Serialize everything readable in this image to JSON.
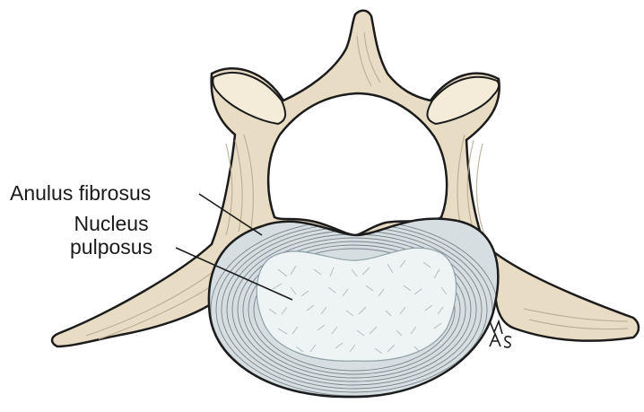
{
  "labels": {
    "anulus_fibrosus": "Anulus fibrosus",
    "nucleus_line1": "Nucleus",
    "nucleus_line2": "pulposus"
  },
  "signature": "MAS",
  "colors": {
    "bone": "#e8dcc4",
    "bone_shade": "#b7a98c",
    "disc": "#d7dee2",
    "disc_rings": "#6e7a80",
    "nucleus": "#eef3f4",
    "outline": "#1c1c1c"
  }
}
